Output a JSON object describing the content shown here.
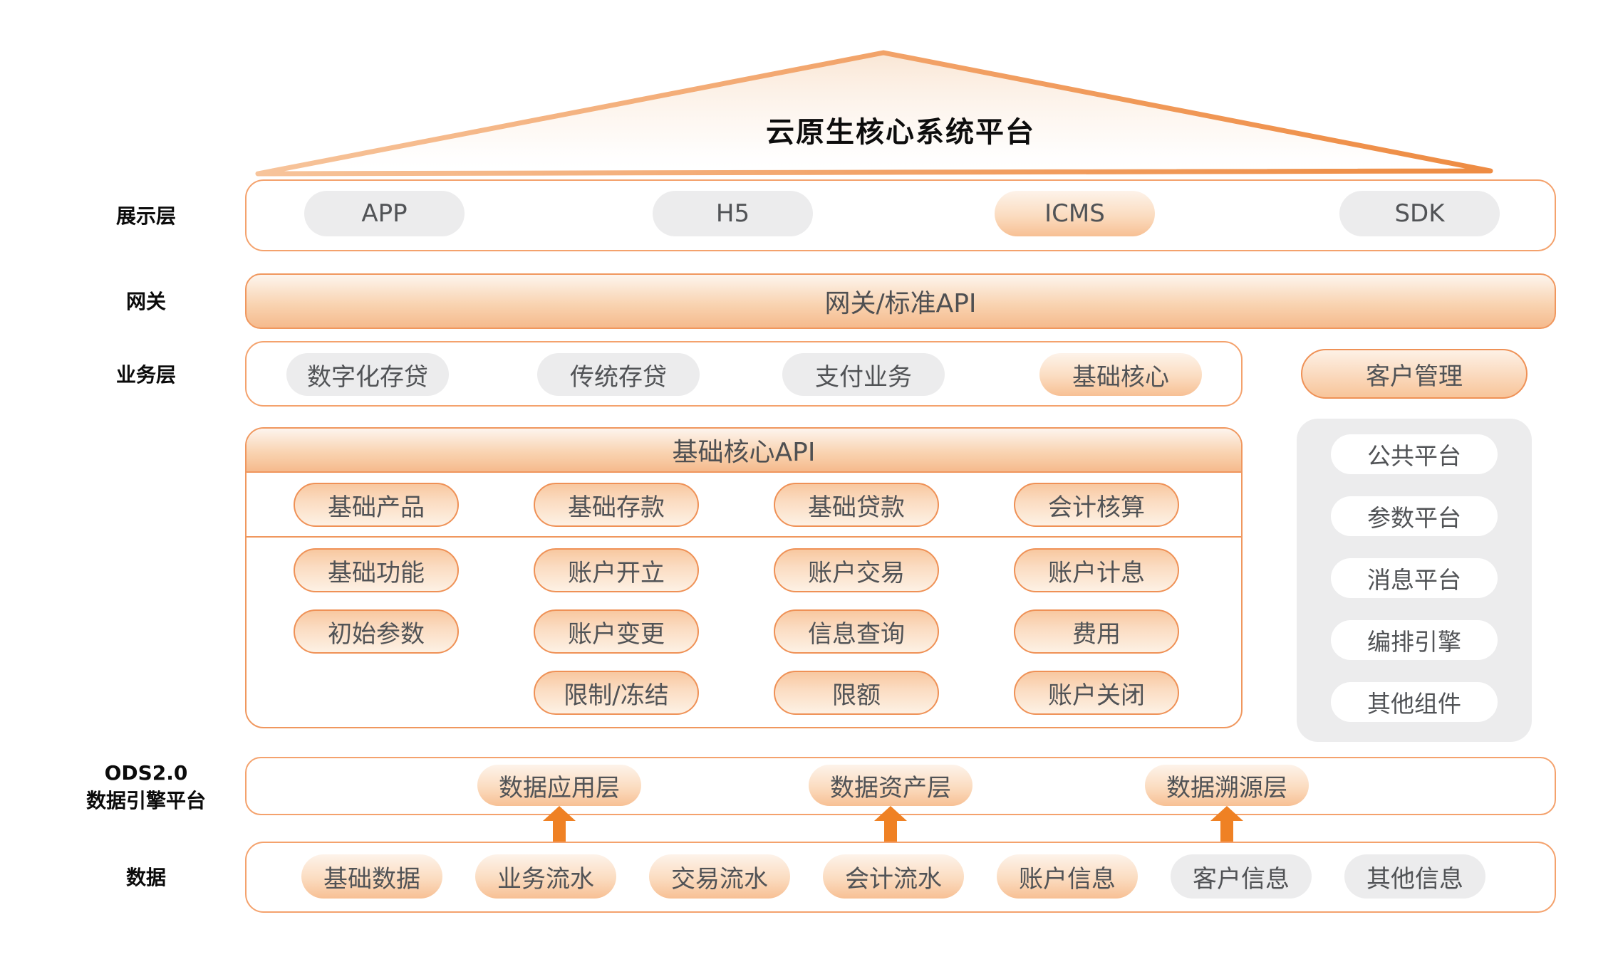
{
  "colors": {
    "accent_border": "#ef9156",
    "container_border": "#f4a26d",
    "bar_gradient_top": "#fdf5ee",
    "bar_gradient_bottom": "#f5ba8d",
    "outlined_pill_top": "#f8c8a0",
    "outlined_pill_bottom": "#fdf1e4",
    "soft_pill_top": "#fdf3ea",
    "soft_pill_bottom": "#f7c094",
    "gray_pill": "#ececed",
    "panel_bg": "#ececed",
    "arrow": "#ef8124",
    "title_text": "#0d0d0d",
    "pill_text": "#515356"
  },
  "title": "云原生核心系统平台",
  "layers": {
    "presentation": {
      "label": "展示层",
      "pills": [
        {
          "label": "APP",
          "style": "gray"
        },
        {
          "label": "H5",
          "style": "gray"
        },
        {
          "label": "ICMS",
          "style": "orange"
        },
        {
          "label": "SDK",
          "style": "gray"
        }
      ]
    },
    "gateway": {
      "label": "网关",
      "bar_label": "网关/标准API"
    },
    "business": {
      "label": "业务层",
      "pills": [
        {
          "label": "数字化存贷",
          "style": "gray"
        },
        {
          "label": "传统存贷",
          "style": "gray"
        },
        {
          "label": "支付业务",
          "style": "gray"
        },
        {
          "label": "基础核心",
          "style": "orange"
        }
      ],
      "customer_pill": "客户管理"
    },
    "core": {
      "header": "基础核心API",
      "api_pills": [
        "基础产品",
        "基础存款",
        "基础贷款",
        "会计核算"
      ],
      "feature_row1": [
        "基础功能",
        "账户开立",
        "账户交易",
        "账户计息"
      ],
      "feature_row2": [
        "初始参数",
        "账户变更",
        "信息查询",
        "费用"
      ],
      "feature_row3": [
        "限制/冻结",
        "限额",
        "账户关闭"
      ]
    },
    "platform_panel": {
      "pills": [
        "公共平台",
        "参数平台",
        "消息平台",
        "编排引擎",
        "其他组件"
      ]
    },
    "ods": {
      "label_line1": "ODS2.0",
      "label_line2": "数据引擎平台",
      "pills": [
        "数据应用层",
        "数据资产层",
        "数据溯源层"
      ]
    },
    "data": {
      "label": "数据",
      "pills": [
        {
          "label": "基础数据",
          "style": "orange"
        },
        {
          "label": "业务流水",
          "style": "orange"
        },
        {
          "label": "交易流水",
          "style": "orange"
        },
        {
          "label": "会计流水",
          "style": "orange"
        },
        {
          "label": "账户信息",
          "style": "orange"
        },
        {
          "label": "客户信息",
          "style": "gray"
        },
        {
          "label": "其他信息",
          "style": "gray"
        }
      ]
    }
  }
}
